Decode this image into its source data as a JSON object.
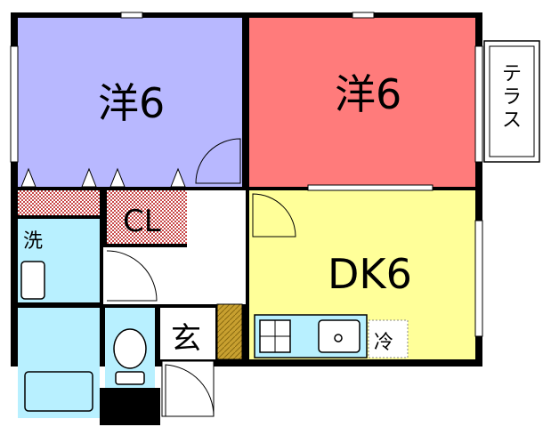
{
  "rooms": {
    "western_room_left": {
      "label": "洋6",
      "color": "#b8b8ff"
    },
    "western_room_right": {
      "label": "洋6",
      "color": "#ff7b7b"
    },
    "dining_kitchen": {
      "label": "DK6",
      "color": "#ffff99"
    },
    "closet": {
      "label": "CL",
      "color": "#c84848"
    },
    "washroom": {
      "label": "洗",
      "color": "#b8f0ff"
    },
    "entrance": {
      "label": "玄"
    },
    "refrigerator": {
      "label": "冷"
    }
  },
  "terrace": {
    "label": "テラス"
  },
  "colors": {
    "wall": "#000000",
    "wet_area": "#b8f0ff",
    "shoe_box": "#c8a030"
  }
}
